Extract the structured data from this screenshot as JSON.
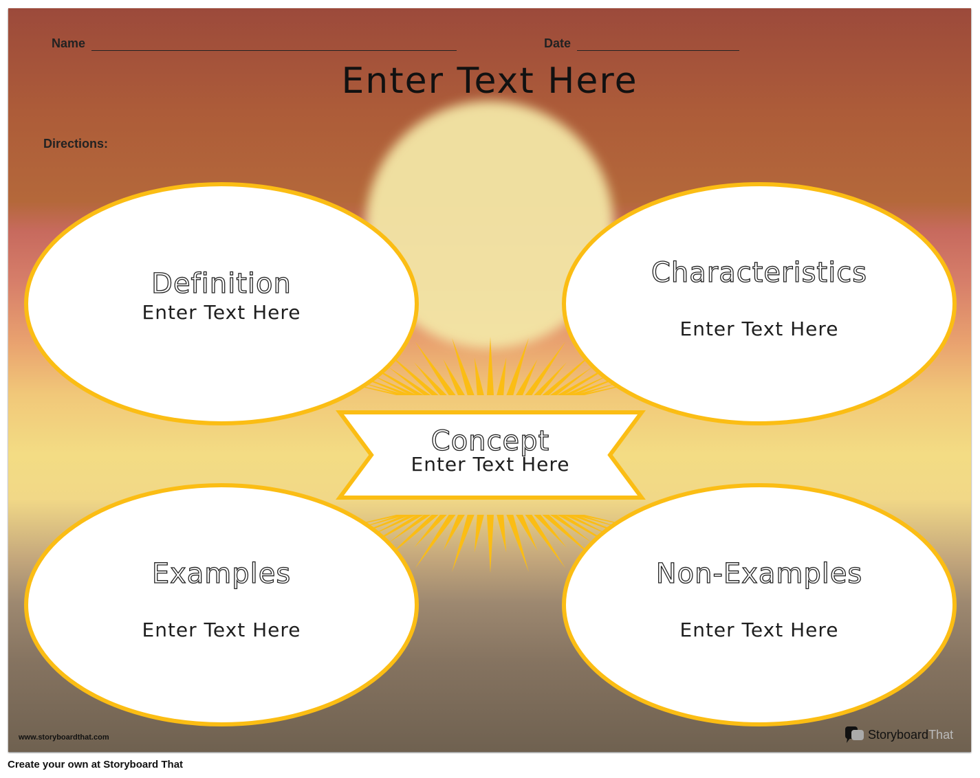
{
  "header": {
    "name_label": "Name",
    "date_label": "Date",
    "title": "Enter Text Here",
    "directions_label": "Directions:"
  },
  "boxes": {
    "definition": {
      "heading": "Definition",
      "text": "Enter Text Here"
    },
    "characteristics": {
      "heading": "Characteristics",
      "text": "Enter Text Here"
    },
    "concept": {
      "heading": "Concept",
      "text": "Enter Text Here"
    },
    "examples": {
      "heading": "Examples",
      "text": "Enter Text Here"
    },
    "non_examples": {
      "heading": "Non-Examples",
      "text": "Enter Text Here"
    }
  },
  "watermark": "www.storyboardthat.com",
  "brand": {
    "part1": "Storyboard",
    "part2": "That",
    "icon": "speech-bubble-icon"
  },
  "footer": "Create your own at Storyboard That",
  "colors": {
    "accent": "#fbbd14",
    "ellipse_fill": "#ffffff"
  }
}
